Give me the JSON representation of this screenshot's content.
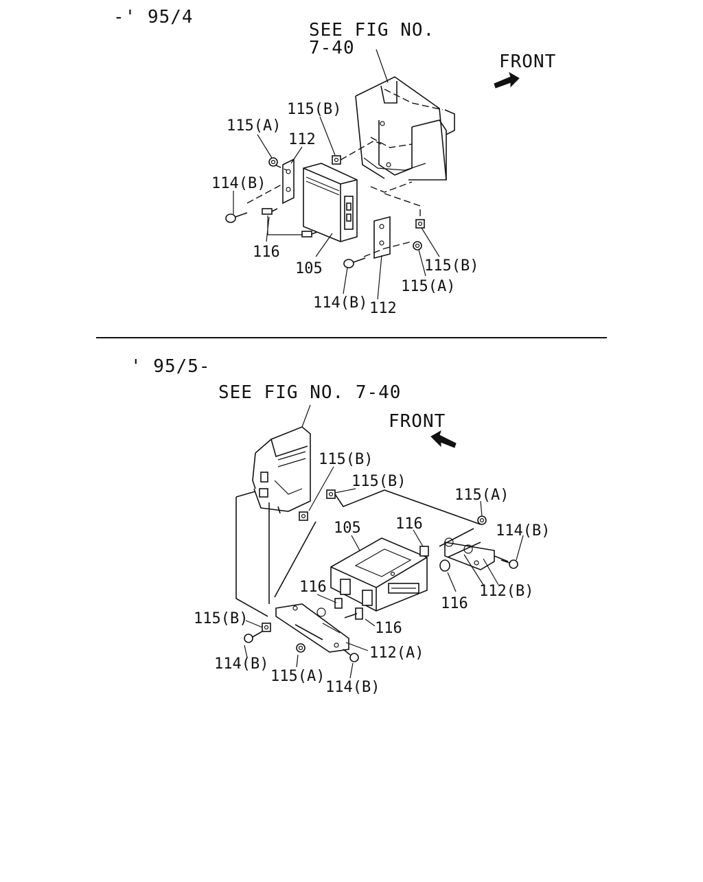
{
  "top": {
    "period": "-' 95/4",
    "see_fig_line1": "SEE FIG NO.",
    "see_fig_line2": "7-40",
    "front": "FRONT",
    "labels": {
      "p115b_upper": "115(B)",
      "p115a_upper": "115(A)",
      "p112_upper": "112",
      "p114b_left": "114(B)",
      "p116": "116",
      "p105": "105",
      "p115b_lower": "115(B)",
      "p115a_lower": "115(A)",
      "p114b_lower": "114(B)",
      "p112_lower": "112"
    }
  },
  "bottom": {
    "period": "' 95/5-",
    "see_fig": "SEE FIG NO. 7-40",
    "front": "FRONT",
    "labels": {
      "p115b_a": "115(B)",
      "p115b_b": "115(B)",
      "p115a_right": "115(A)",
      "p105": "105",
      "p116_top": "116",
      "p114b_right": "114(B)",
      "p116_right": "116",
      "p112b": "112(B)",
      "p116_mid": "116",
      "p116_lower": "116",
      "p115b_left": "115(B)",
      "p112a": "112(A)",
      "p114b_left": "114(B)",
      "p115a_lower": "115(A)",
      "p114b_bottom": "114(B)"
    }
  }
}
